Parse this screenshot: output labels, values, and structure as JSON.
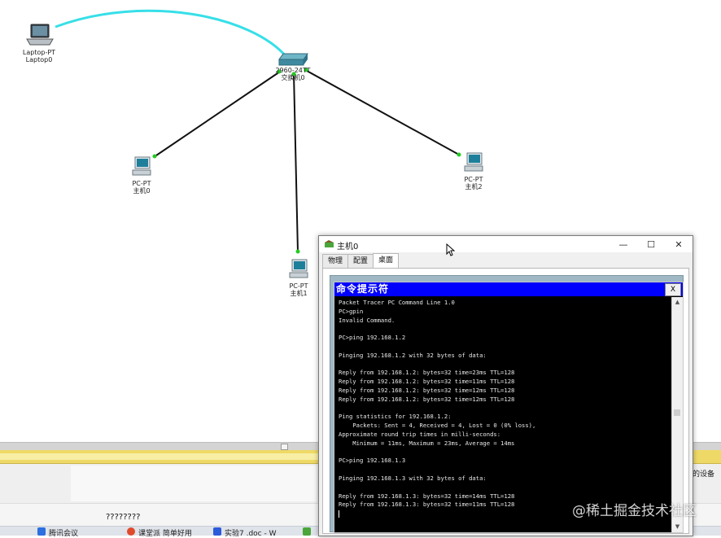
{
  "devices": {
    "laptop": {
      "type": "Laptop-PT",
      "name": "Laptop0"
    },
    "switch": {
      "type": "2960-24TT",
      "name": "交换机0"
    },
    "pc0": {
      "type": "PC-PT",
      "name": "主机0"
    },
    "pc1": {
      "type": "PC-PT",
      "name": "主机1"
    },
    "pc2": {
      "type": "PC-PT",
      "name": "主机2"
    }
  },
  "colors": {
    "console_link": "#37dfe8",
    "ethernet_link": "#111111",
    "port_up": "#22cc22",
    "cmd_title_bg": "#0000ff"
  },
  "window": {
    "title": "主机0",
    "tabs": [
      {
        "label": "物理",
        "active": false
      },
      {
        "label": "配置",
        "active": false
      },
      {
        "label": "桌面",
        "active": true
      }
    ],
    "controls": {
      "minimize": "—",
      "maximize": "☐",
      "close": "✕"
    }
  },
  "cmd": {
    "title": "命令提示符",
    "close_label": "X",
    "lines": [
      "Packet Tracer PC Command Line 1.0",
      "PC>gpin",
      "Invalid Command.",
      "",
      "PC>ping 192.168.1.2",
      "",
      "Pinging 192.168.1.2 with 32 bytes of data:",
      "",
      "Reply from 192.168.1.2: bytes=32 time=23ms TTL=128",
      "Reply from 192.168.1.2: bytes=32 time=11ms TTL=128",
      "Reply from 192.168.1.2: bytes=32 time=12ms TTL=128",
      "Reply from 192.168.1.2: bytes=32 time=12ms TTL=128",
      "",
      "Ping statistics for 192.168.1.2:",
      "    Packets: Sent = 4, Received = 4, Lost = 0 (0% loss),",
      "Approximate round trip times in milli-seconds:",
      "    Minimum = 11ms, Maximum = 23ms, Average = 14ms",
      "",
      "PC>ping 192.168.1.3",
      "",
      "Pinging 192.168.1.3 with 32 bytes of data:",
      "",
      "Reply from 192.168.1.3: bytes=32 time=14ms TTL=128",
      "Reply from 192.168.1.3: bytes=32 time=11ms TTL=128"
    ]
  },
  "bottom": {
    "status_text": "????????",
    "pane_right_text": "的设备"
  },
  "taskbar": {
    "items": [
      {
        "label": "腾讯会议",
        "color": "#2b6fe0"
      },
      {
        "label": "课堂派 简单好用",
        "color": "#e04a2b"
      },
      {
        "label": "实验7 .doc - W",
        "color": "#2b5bd8"
      },
      {
        "label": "",
        "color": "#4aa63a"
      }
    ]
  },
  "watermark": "@稀土掘金技术社区"
}
